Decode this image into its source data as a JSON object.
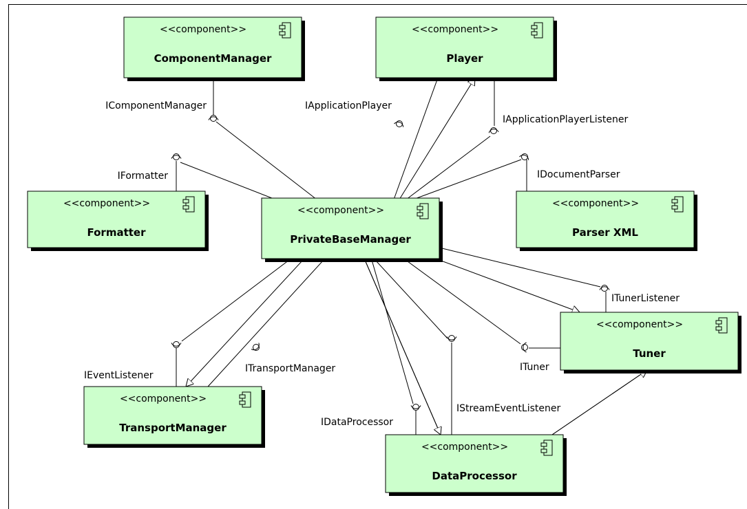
{
  "diagram": {
    "stereotype": "<<component>>",
    "fill_color": "#ccffcc",
    "shadow_color": "#000000",
    "components": [
      {
        "id": "componentmanager",
        "name": "ComponentManager"
      },
      {
        "id": "player",
        "name": "Player"
      },
      {
        "id": "formatter",
        "name": "Formatter"
      },
      {
        "id": "privatebasemanager",
        "name": "PrivateBaseManager"
      },
      {
        "id": "parserxml",
        "name": "Parser XML"
      },
      {
        "id": "tuner",
        "name": "Tuner"
      },
      {
        "id": "transportmanager",
        "name": "TransportManager"
      },
      {
        "id": "dataprocessor",
        "name": "DataProcessor"
      }
    ],
    "interfaces": [
      {
        "id": "icomponentmanager",
        "label": "IComponentManager"
      },
      {
        "id": "iapplicationplayer",
        "label": "IApplicationPlayer"
      },
      {
        "id": "iapplicationplayerlistener",
        "label": "IApplicationPlayerListener"
      },
      {
        "id": "iformatter",
        "label": "IFormatter"
      },
      {
        "id": "idocumentparser",
        "label": "IDocumentParser"
      },
      {
        "id": "ituner",
        "label": "ITuner"
      },
      {
        "id": "itunerlistener",
        "label": "ITunerListener"
      },
      {
        "id": "ieventlistener",
        "label": "IEventListener"
      },
      {
        "id": "itransportmanager",
        "label": "ITransportManager"
      },
      {
        "id": "idataprocessor",
        "label": "IDataProcessor"
      },
      {
        "id": "istreameventlistener",
        "label": "IStreamEventListener"
      }
    ]
  }
}
